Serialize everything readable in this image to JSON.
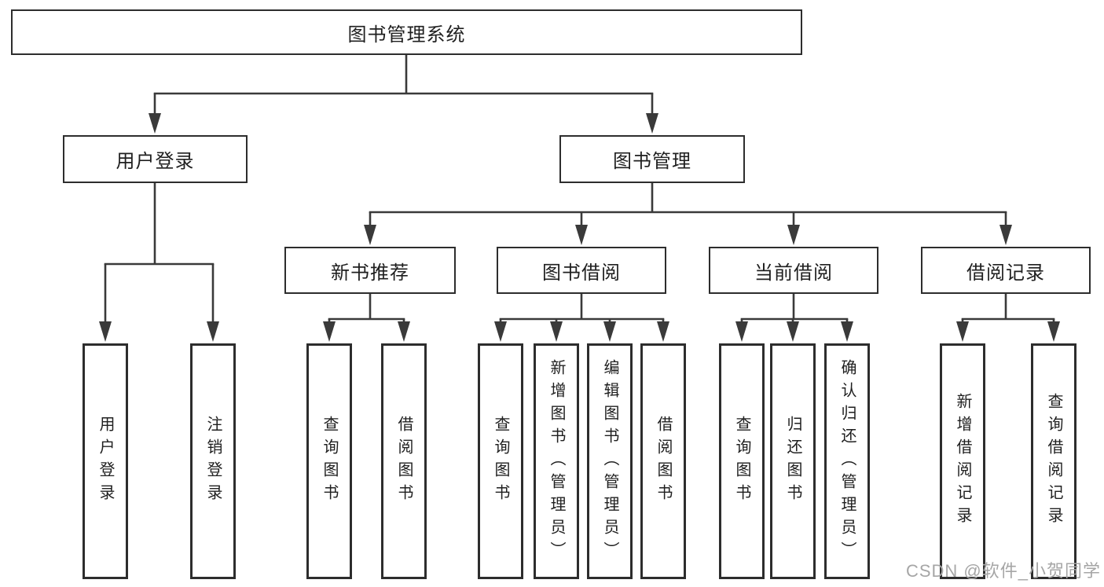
{
  "diagram": {
    "title": "图书管理系统",
    "root": "图书管理系统",
    "user_login": {
      "label": "用户登录",
      "leaves": [
        "用户登录",
        "注销登录"
      ]
    },
    "book_mgmt": {
      "label": "图书管理",
      "groups": [
        {
          "label": "新书推荐",
          "leaves": [
            "查询图书",
            "借阅图书"
          ]
        },
        {
          "label": "图书借阅",
          "leaves": [
            "查询图书",
            "新增图书（管理员）",
            "编辑图书（管理员）",
            "借阅图书"
          ]
        },
        {
          "label": "当前借阅",
          "leaves": [
            "查询图书",
            "归还图书",
            "确认归还（管理员）"
          ]
        },
        {
          "label": "借阅记录",
          "leaves": [
            "新增借阅记录",
            "查询借阅记录"
          ]
        }
      ]
    }
  },
  "watermark": "CSDN @软件_小贺同学",
  "colors": {
    "line": "#3a3a3a",
    "border": "#2d2d2d",
    "text": "#1f1f1f",
    "watermark": "#a6a6a6",
    "background": "#ffffff"
  }
}
